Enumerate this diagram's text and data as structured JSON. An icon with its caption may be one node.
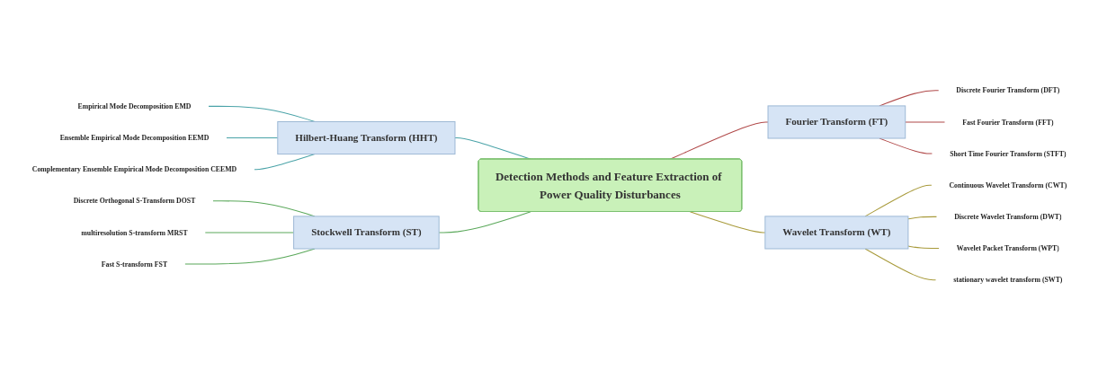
{
  "diagram": {
    "nodes": [
      {
        "text": [
          "Detection Methods and Feature Extraction of Power Quality Disturbances"
        ]
      },
      {
        "text": [
          "Hilbert-Huang Transform (HHT)"
        ]
      },
      {
        "text": [
          "Empirical Mode Decomposition EMD"
        ]
      },
      {
        "text": [
          "Ensemble Empirical Mode Decomposition EEMD"
        ]
      },
      {
        "text": [
          "Complementary Ensemble Empirical Mode Decomposition CEEMD"
        ]
      },
      {
        "text": [
          "Stockwell Transform (ST)"
        ]
      },
      {
        "text": [
          "Discrete Orthogonal S-Transform DOST"
        ]
      },
      {
        "text": [
          "multiresolution S-transform MRST"
        ]
      },
      {
        "text": [
          "Fast S-transform FST"
        ]
      },
      {
        "text": [
          "Fourier Transform (FT)"
        ]
      },
      {
        "text": [
          "Discrete Fourier Transform (DFT)"
        ]
      },
      {
        "text": [
          "Fast Fourier Transform (FFT)"
        ]
      },
      {
        "text": [
          "Short Time Fourier Transform (STFT)"
        ]
      },
      {
        "text": [
          "Wavelet Transform (WT)"
        ]
      },
      {
        "text": [
          "Continuous Wavelet Transform (CWT)"
        ]
      },
      {
        "text": [
          "Discrete Wavelet Transform (DWT)"
        ]
      },
      {
        "text": [
          "Wavelet Packet Transform (WPT)"
        ]
      },
      {
        "text": [
          "stationary wavelet transform (SWT)"
        ]
      }
    ],
    "edges": [
      {
        "from": 0,
        "to": 1,
        "arrow": "none",
        "color": "#4aa3a8"
      },
      {
        "from": 1,
        "to": 2,
        "arrow": "none",
        "color": "#4aa3a8"
      },
      {
        "from": 1,
        "to": 3,
        "arrow": "none",
        "color": "#4aa3a8"
      },
      {
        "from": 1,
        "to": 4,
        "arrow": "none",
        "color": "#4aa3a8"
      },
      {
        "from": 0,
        "to": 5,
        "arrow": "none",
        "color": "#5aa85a"
      },
      {
        "from": 5,
        "to": 6,
        "arrow": "none",
        "color": "#5aa85a"
      },
      {
        "from": 5,
        "to": 7,
        "arrow": "none",
        "color": "#5aa85a"
      },
      {
        "from": 5,
        "to": 8,
        "arrow": "none",
        "color": "#5aa85a"
      },
      {
        "from": 0,
        "to": 9,
        "arrow": "none",
        "color": "#b04848"
      },
      {
        "from": 9,
        "to": 10,
        "arrow": "none",
        "color": "#b04848"
      },
      {
        "from": 9,
        "to": 11,
        "arrow": "none",
        "color": "#b04848"
      },
      {
        "from": 9,
        "to": 12,
        "arrow": "none",
        "color": "#b04848"
      },
      {
        "from": 0,
        "to": 13,
        "arrow": "none",
        "color": "#a89a3a"
      },
      {
        "from": 13,
        "to": 14,
        "arrow": "none",
        "color": "#a89a3a"
      },
      {
        "from": 13,
        "to": 15,
        "arrow": "none",
        "color": "#a89a3a"
      },
      {
        "from": 13,
        "to": 16,
        "arrow": "none",
        "color": "#a89a3a"
      },
      {
        "from": 13,
        "to": 17,
        "arrow": "none",
        "color": "#a89a3a"
      }
    ]
  }
}
